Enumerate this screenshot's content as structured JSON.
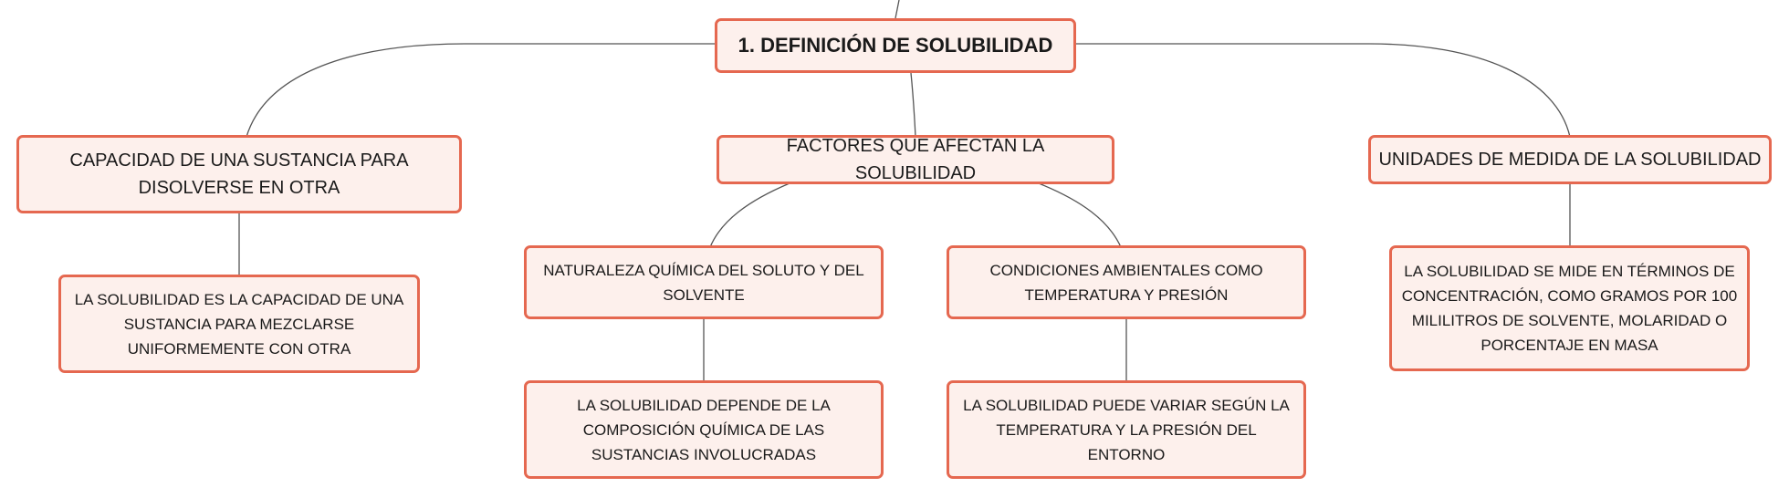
{
  "map": {
    "root": {
      "label": "1. DEFINICIÓN DE SOLUBILIDAD"
    },
    "branches": [
      {
        "label": "CAPACIDAD DE UNA SUSTANCIA PARA DISOLVERSE EN OTRA",
        "children": [
          {
            "label": "LA SOLUBILIDAD ES LA CAPACIDAD DE UNA SUSTANCIA PARA MEZCLARSE UNIFORMEMENTE CON OTRA"
          }
        ]
      },
      {
        "label": "FACTORES QUE AFECTAN LA SOLUBILIDAD",
        "children": [
          {
            "label": "NATURALEZA QUÍMICA DEL SOLUTO Y DEL SOLVENTE",
            "children": [
              {
                "label": "LA SOLUBILIDAD DEPENDE DE LA COMPOSICIÓN QUÍMICA DE LAS SUSTANCIAS INVOLUCRADAS"
              }
            ]
          },
          {
            "label": "CONDICIONES AMBIENTALES COMO TEMPERATURA Y PRESIÓN",
            "children": [
              {
                "label": "LA SOLUBILIDAD PUEDE VARIAR SEGÚN LA TEMPERATURA Y LA PRESIÓN DEL ENTORNO"
              }
            ]
          }
        ]
      },
      {
        "label": "UNIDADES DE MEDIDA DE LA SOLUBILIDAD",
        "children": [
          {
            "label": "LA SOLUBILIDAD SE MIDE EN TÉRMINOS DE CONCENTRACIÓN, COMO GRAMOS POR 100 MILILITROS DE SOLVENTE, MOLARIDAD O PORCENTAJE EN MASA"
          }
        ]
      }
    ]
  },
  "colors": {
    "node_fill": "#fdf0ec",
    "node_border": "#e56850",
    "connector": "#555555",
    "text": "#1a1a1a"
  }
}
